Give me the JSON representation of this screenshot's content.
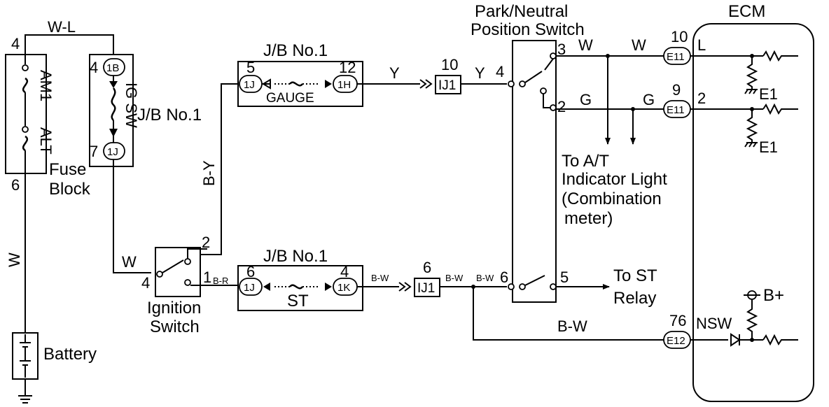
{
  "ecm": {
    "title": "ECM",
    "pins": [
      "L",
      "2",
      "NSW"
    ],
    "ground_labels": [
      "E1",
      "E1"
    ],
    "bplus": "B+"
  },
  "connectors": {
    "e11_a": "E11",
    "e11_b": "E11",
    "e12": "E12",
    "ij1_a": "IJ1",
    "ij1_b": "IJ1",
    "jb_1b": "1B",
    "jb_1j_sw": "1J",
    "jb_1j_g": "1J",
    "jb_1h": "1H",
    "jb_1j_st": "1J",
    "jb_1k": "1K"
  },
  "pin_numbers": {
    "e11_a": "10",
    "e11_b": "9",
    "e12": "76",
    "ij1_a": "10",
    "ij1_b": "6",
    "jb_1b": "4",
    "jb_1j_sw": "7",
    "jb_1j_g": "5",
    "jb_1h": "12",
    "jb_1j_st": "6",
    "jb_1k": "4",
    "fuse_top": "4",
    "fuse_bottom": "6",
    "ign_2": "2",
    "ign_4": "4",
    "ign_1": "1",
    "pnp_3": "3",
    "pnp_4": "4",
    "pnp_2": "2",
    "pnp_6": "6",
    "pnp_5": "5"
  },
  "labels": {
    "pnp_line1": "Park/Neutral",
    "pnp_line2": "Position Switch",
    "jb_top": "J/B No.1",
    "jb_bottom": "J/B No.1",
    "jb_side": "J/B No.1",
    "gauge": "GAUGE",
    "st": "ST",
    "ig_sw": "IG SW",
    "am1": "AM1",
    "alt": "ALT",
    "fuse_line1": "Fuse",
    "fuse_line2": "Block",
    "ign_line1": "Ignition",
    "ign_line2": "Switch",
    "battery": "Battery",
    "to_at_1": "To A/T",
    "to_at_2": "Indicator Light",
    "to_at_3": "(Combination",
    "to_at_4": "meter)",
    "to_st_1": "To ST",
    "to_st_2": "Relay"
  },
  "wires": {
    "wl": "W-L",
    "w_left": "W",
    "w_ign": "W",
    "by": "B-Y",
    "br": "B-R",
    "y1": "Y",
    "y2": "Y",
    "bw1": "B-W",
    "bw2": "B-W",
    "bw3": "B-W",
    "bw4": "B-W",
    "w3a": "W",
    "w3b": "W",
    "g2a": "G",
    "g2b": "G"
  }
}
